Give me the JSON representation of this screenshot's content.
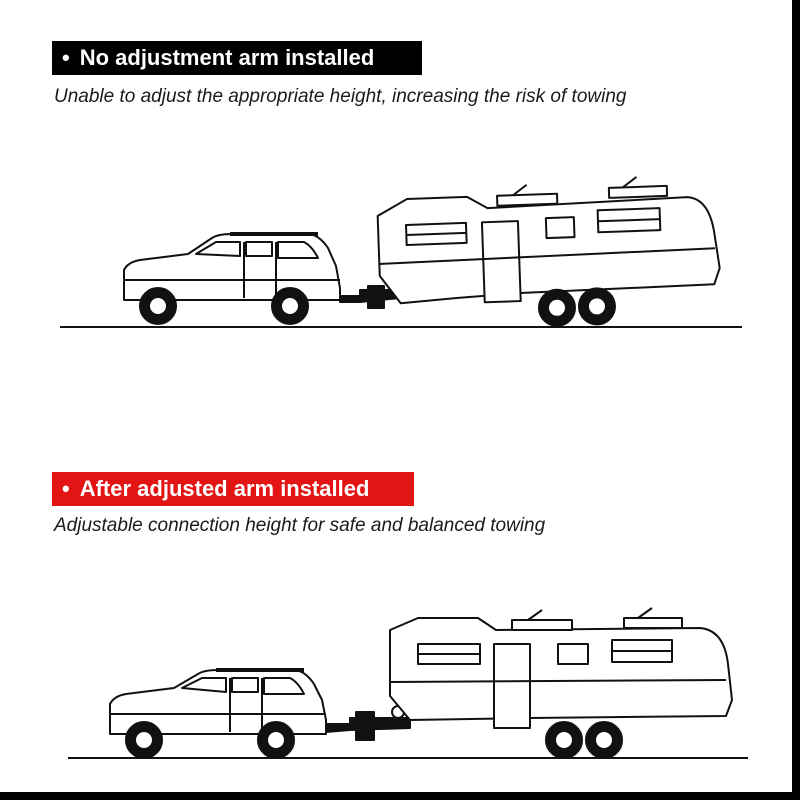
{
  "sections": [
    {
      "title": "No adjustment arm installed",
      "bullet": "•",
      "description": "Unable to adjust the appropriate height, increasing the risk of towing",
      "badge_color": "#000000"
    },
    {
      "title": "After adjusted arm installed",
      "bullet": "•",
      "description": "Adjustable connection height for safe and balanced towing",
      "badge_color": "#e31414"
    }
  ]
}
